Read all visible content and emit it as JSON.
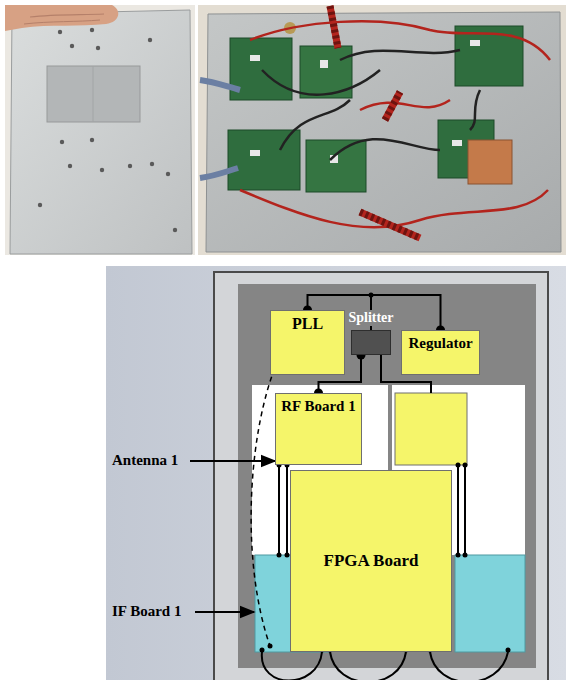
{
  "diagram": {
    "nodes": [
      {
        "text": [
          "PLL"
        ]
      },
      {
        "text": [
          "Splitter"
        ]
      },
      {
        "text": [
          "Regulator"
        ]
      },
      {
        "text": [
          "RF Board 1"
        ]
      },
      {
        "text": [
          "FPGA Board"
        ]
      }
    ],
    "edges": [
      {
        "from": 0,
        "to": 2,
        "arrow": "none"
      },
      {
        "from": 1,
        "to": 3,
        "arrow": "none"
      }
    ],
    "labels": [
      "Antenna 1",
      "IF Board 1"
    ]
  }
}
